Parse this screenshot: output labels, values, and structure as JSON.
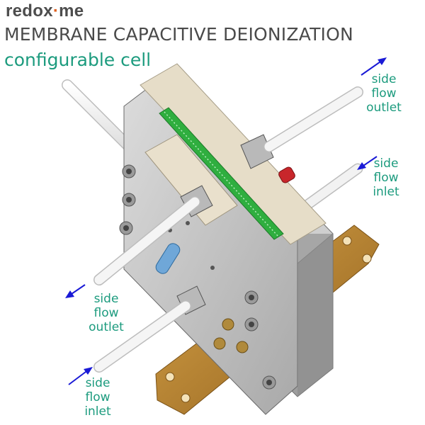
{
  "brand": {
    "part1": "redox",
    "part2": "me",
    "separator": "·"
  },
  "title": "MEMBRANE CAPACITIVE DEIONIZATION",
  "subtitle": "configurable cell",
  "labels": {
    "top_right_outlet": [
      "side",
      "flow",
      "outlet"
    ],
    "right_inlet": [
      "side",
      "flow",
      "inlet"
    ],
    "left_outlet": [
      "side",
      "flow",
      "outlet"
    ],
    "left_inlet": [
      "side",
      "flow",
      "inlet"
    ]
  },
  "colors": {
    "accent_green": "#1c9b7e",
    "arrow_blue": "#1a1ad6",
    "brand_gray": "#4d4d4d",
    "base_plate": "#b8822f",
    "membrane_green": "#2fae3f"
  }
}
